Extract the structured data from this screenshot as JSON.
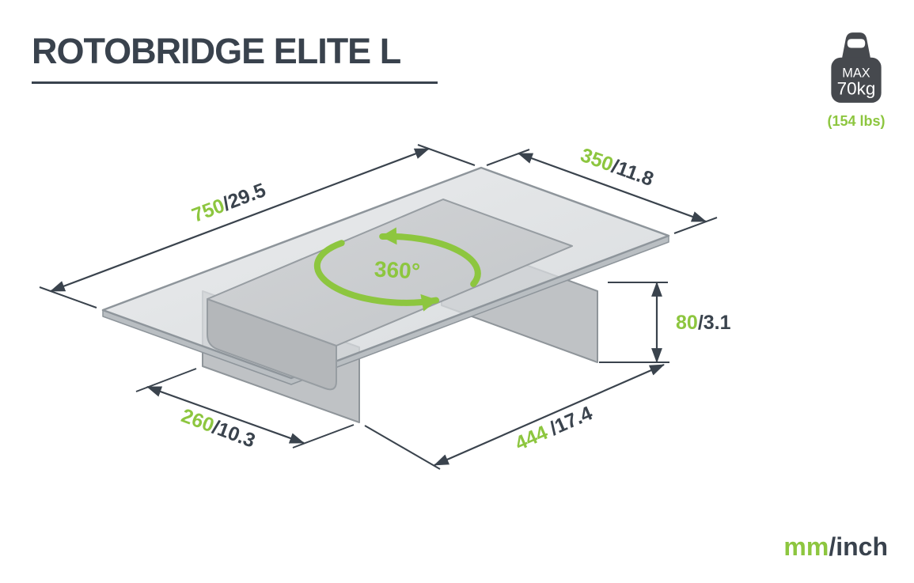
{
  "header": {
    "title": "ROTOBRIDGE ELITE L"
  },
  "max_load": {
    "label": "MAX",
    "value": "70kg",
    "pounds": "(154 lbs)"
  },
  "rotation": {
    "label": "360°"
  },
  "dimensions": {
    "length": {
      "mm": "750",
      "inch": "/29.5"
    },
    "depth": {
      "mm": "350",
      "inch": "/11.8"
    },
    "height": {
      "mm": "80",
      "inch": "/3.1"
    },
    "base_depth": {
      "mm": "260",
      "inch": "/10.3"
    },
    "base_width": {
      "mm": "444",
      "inch": "/17.4"
    }
  },
  "footer": {
    "units_mm": "mm",
    "units_inch": "/inch"
  },
  "colors": {
    "accent_green": "#8dc63f",
    "ink": "#3a434d",
    "glass": "#d9dcde"
  }
}
